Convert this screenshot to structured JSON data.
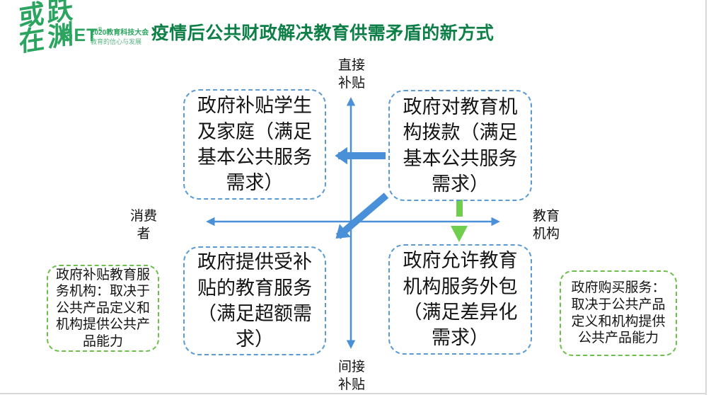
{
  "title": "疫情后公共财政解决教育供需矛盾的新方式",
  "logo": {
    "calligraphy": "或跃\n在渊",
    "wordmark": "GET",
    "wordmark_mark": "®",
    "event": "2020教育科技大会",
    "slogan": "教育的信心与发展"
  },
  "axes": {
    "top": "直接\n补贴",
    "bottom": "间接\n补贴",
    "left": "消费\n者",
    "right": "教育\n机构"
  },
  "quadrants": {
    "top_left": "政府补贴学生\n及家庭（满足\n基本公共服务\n需求）",
    "top_right": "政府对教育机\n构拨款（满足\n基本公共服务\n需求）",
    "bottom_left": "政府提供受补\n贴的教育服务\n（满足超额需\n求）",
    "bottom_right": "政府允许教育\n机构服务外包\n（满足差异化\n需求）"
  },
  "side_notes": {
    "left": "政府补贴教育服\n务机构：取决于\n公共产品定义和\n机构提供公共产\n品能力",
    "right": "政府购买服务：\n取决于公共产品\n定义和机构提供\n公共产品能力"
  },
  "colors": {
    "title_green": "#0d7f47",
    "logo_green": "#2aa45f",
    "box_border_blue": "#5b9bd5",
    "axis_blue": "#4a90d8",
    "note_border_green": "#6dbf4b",
    "arrow_green": "#6fce4e"
  }
}
